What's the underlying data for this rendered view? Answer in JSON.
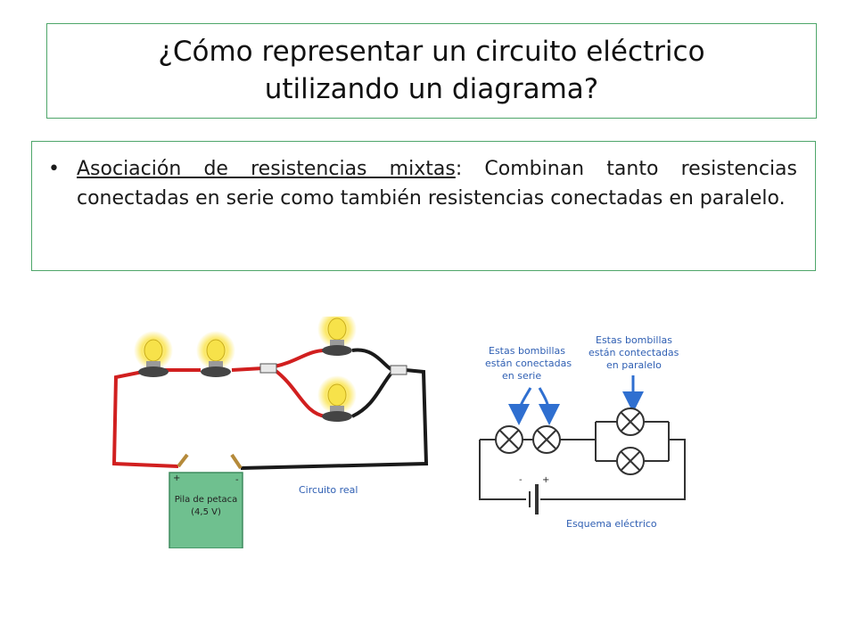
{
  "slide": {
    "title_line1": "¿Cómo representar un circuito eléctrico",
    "title_line2": "utilizando un diagrama?",
    "bullet": {
      "marker": "•",
      "term": "Asociación de resistencias mixtas",
      "separator": ":",
      "text": " Combinan tanto resistencias conectadas en serie como también resistencias conectadas en paralelo."
    }
  },
  "figure": {
    "battery_line1": "Pila de petaca",
    "battery_line2": "(4,5 V)",
    "battery_plus": "+",
    "battery_minus": "-",
    "real_caption": "Circuito real",
    "series_note": [
      "Estas bombillas",
      "están conectadas",
      "en serie"
    ],
    "parallel_note": [
      "Estas bombillas",
      "están contectadas",
      "en paralelo"
    ],
    "schema_caption": "Esquema eléctrico",
    "schema_minus": "-",
    "schema_plus": "+",
    "colors": {
      "accent_border": "#4ea66a",
      "red_wire": "#d11f1f",
      "arrow_blue": "#2f6fd0",
      "battery_green": "#6fc08f"
    }
  }
}
